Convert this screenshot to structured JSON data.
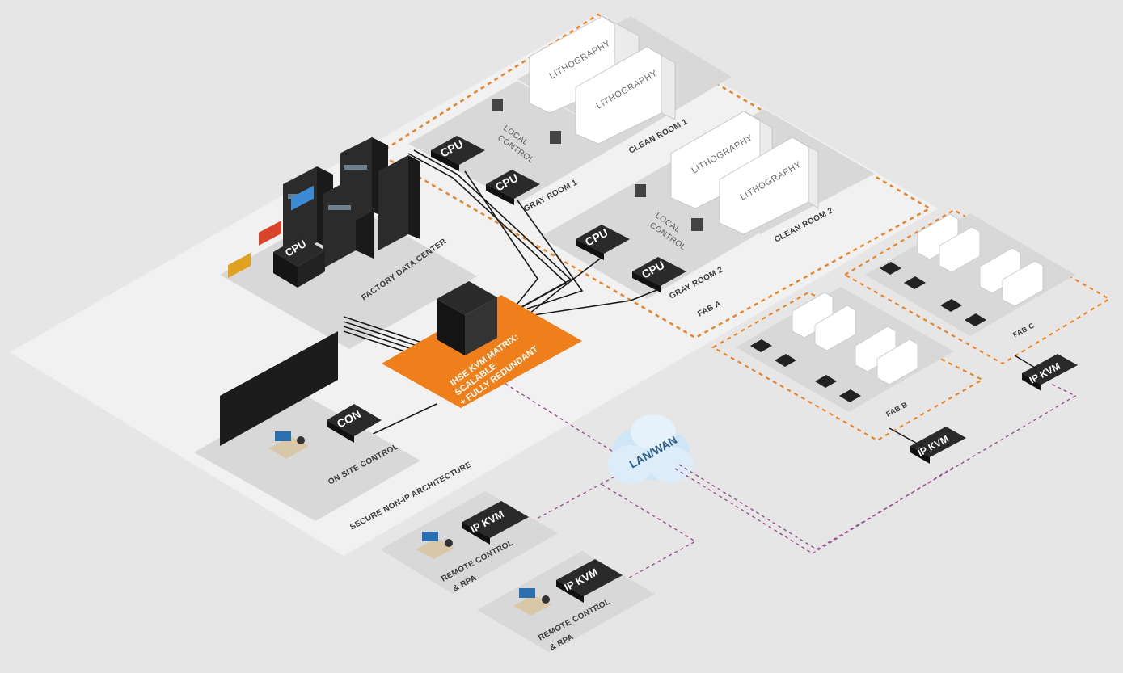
{
  "colors": {
    "background": "#e6e6e6",
    "platform": "#f2f2f2",
    "room": "#d9d9d9",
    "fab_border": "#e8862a",
    "matrix_orange": "#ee7f1a",
    "device_dark": "#1e1e1e",
    "wan_line": "#9b4f8f",
    "cloud": "#cfe6f7"
  },
  "labels": {
    "secure_arch": "SECURE NON-IP ARCHITECTURE",
    "factory_dc": "FACTORY DATA CENTER",
    "on_site": "ON SITE CONTROL",
    "matrix_line1": "IHSE KVM MATRIX:",
    "matrix_line2": "SCALABLE",
    "matrix_line3": "+ FULLY REDUNDANT",
    "lan_wan": "LAN/WAN",
    "fab_a": "FAB A",
    "fab_b": "FAB B",
    "fab_c": "FAB C",
    "clean_room_1": "CLEAN ROOM 1",
    "clean_room_2": "CLEAN ROOM 2",
    "gray_room_1": "GRAY ROOM 1",
    "gray_room_2": "GRAY ROOM 2",
    "local_control": "LOCAL",
    "local_control_2": "CONTROL",
    "lithography": "LITHOGRAPHY",
    "cpu": "CPU",
    "con": "CON",
    "ip_kvm": "IP KVM",
    "remote_1": "REMOTE CONTROL",
    "remote_2": "& RPA"
  }
}
